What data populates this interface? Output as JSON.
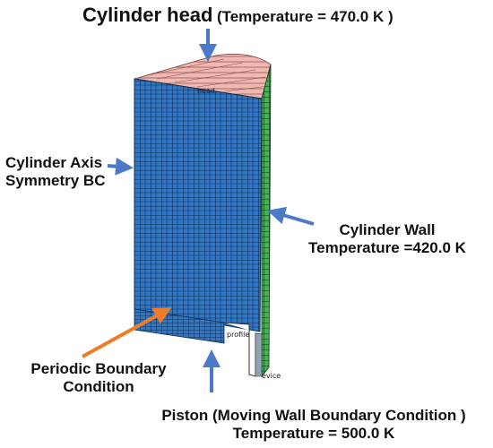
{
  "labels": {
    "cylinder_head_title": "Cylinder head",
    "cylinder_head_temp": "(Temperature = 470.0 K )",
    "axis_line1": "Cylinder Axis",
    "axis_line2": "Symmetry BC",
    "wall_line1": "Cylinder Wall",
    "wall_line2": "Temperature =420.0 K",
    "periodic_line1": "Periodic Boundary",
    "periodic_line2": "Condition",
    "piston_line1": "Piston (Moving Wall Boundary Condition )",
    "piston_line2": "Temperature = 500.0 K"
  },
  "mesh_tags": {
    "head": "head",
    "profile": "profile",
    "device": "evice"
  },
  "colors": {
    "mesh_blue": "#2f77c6",
    "mesh_line": "#0e2f55",
    "head_pink": "#f0b8b0",
    "wall_green": "#3db84a",
    "arrow_blue": "#4c7ac9",
    "arrow_orange": "#ee7d2b"
  },
  "icons": [
    "arrow-down",
    "arrow-right",
    "arrow-left",
    "arrow-up",
    "arrow-diagonal"
  ]
}
